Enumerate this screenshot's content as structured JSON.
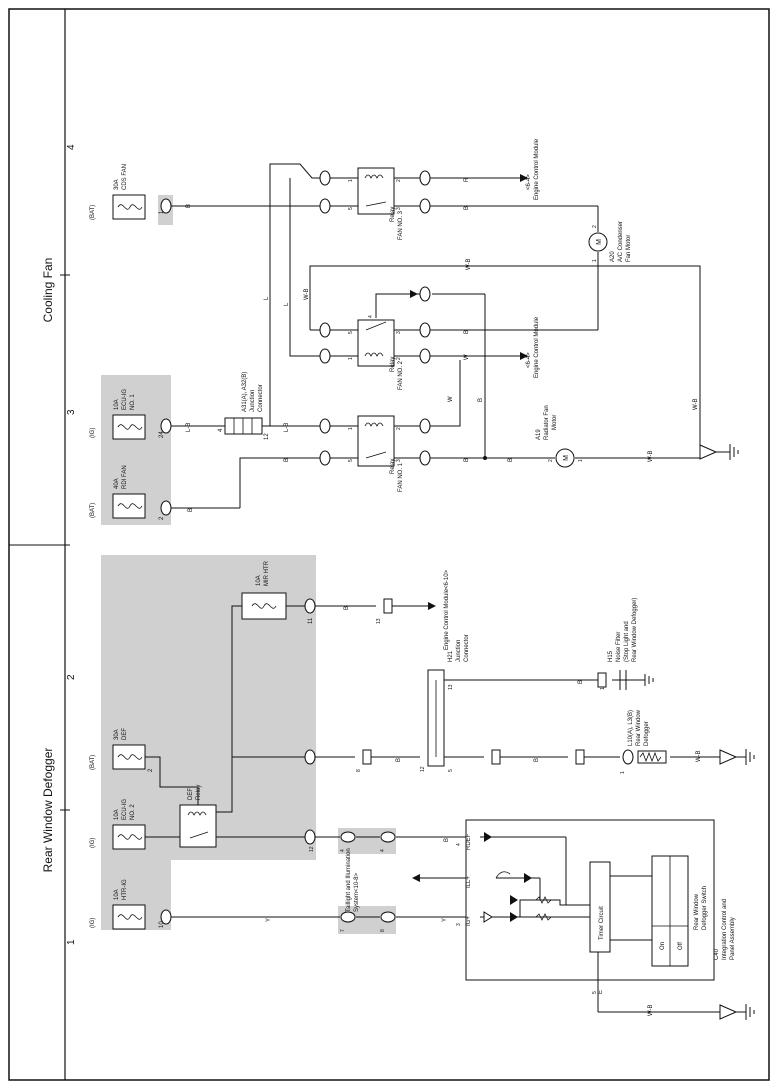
{
  "titles": {
    "rear": "Rear Window Defogger",
    "cooling": "Cooling Fan"
  },
  "section_numbers": {
    "n1": "1",
    "n2": "2",
    "n3": "3",
    "n4": "4"
  },
  "fuses": {
    "htr_ig": {
      "supply": "(IG)",
      "rating": "10A",
      "name": "HTR-IG",
      "pin": "10"
    },
    "ecu_ig2": {
      "supply": "(IG)",
      "rating": "10A",
      "name": "ECU-IG",
      "name2": "NO. 2",
      "pin": "12"
    },
    "def": {
      "supply": "(BAT)",
      "rating": "30A",
      "name": "DEF",
      "pin": "2"
    },
    "mir_htr": {
      "rating": "10A",
      "name": "MIR HTR",
      "pin": "11"
    },
    "rdi_fan": {
      "supply": "(BAT)",
      "rating": "40A",
      "name": "RDI FAN",
      "pin": "2"
    },
    "ecu_ig1": {
      "supply": "(IG)",
      "rating": "10A",
      "name": "ECU-IG",
      "name2": "NO. 1",
      "pin": "24"
    },
    "cds_fan": {
      "supply": "(BAT)",
      "rating": "30A",
      "name": "CDS FAN",
      "pin": "1"
    }
  },
  "relays": {
    "def": {
      "name": "DEF",
      "sub": "Relay"
    },
    "fan1": {
      "name": "FAN NO. 1",
      "sub": "Relay",
      "pins": [
        "1",
        "2",
        "3",
        "5"
      ]
    },
    "fan2": {
      "name": "FAN NO. 2",
      "sub": "Relay",
      "pins": [
        "1",
        "2",
        "3",
        "4",
        "5"
      ]
    },
    "fan3": {
      "name": "FAN NO. 3",
      "sub": "Relay",
      "pins": [
        "1",
        "2",
        "3",
        "5"
      ]
    }
  },
  "components": {
    "junction": {
      "code": "A31(A), A32(B)",
      "l1": "Junction",
      "l2": "Connector",
      "pin_left": "4",
      "pin_right": "12"
    },
    "a19": {
      "code": "A19",
      "l1": "Radiator Fan",
      "l2": "Motor",
      "symbol": "M",
      "pin_a": "2",
      "pin_b": "1"
    },
    "a20": {
      "code": "A20",
      "l1": "A/C Condenser",
      "l2": "Fan Motor",
      "symbol": "M",
      "pin_a": "2",
      "pin_b": "1"
    },
    "ecm1": {
      "text": "Engine Control Module",
      "ref": "<6-4>"
    },
    "ecm2": {
      "text": "Engine Control Module",
      "ref": "<6-4>"
    },
    "ecm3": {
      "text": "Engine Control Module<6-10>",
      "pin": "13"
    },
    "h21": {
      "code": "H21",
      "l1": "Junction",
      "l2": "Connector",
      "pin_a": "12",
      "pin_b": "13",
      "pin_c": "5"
    },
    "h15": {
      "code": "H15",
      "l1": "Noise Filter",
      "l2": "(Stop Light and",
      "l3": "Rear Window Defogger)",
      "pin_a": "1"
    },
    "l10": {
      "code": "L10(A), L3(B)",
      "l1": "Rear Window",
      "l2": "Defogger",
      "pin_a": "1"
    },
    "c40": {
      "code": "C40",
      "l1": "Integration Control and",
      "l2": "Panel Assembly"
    },
    "timer": {
      "text": "Timer Circuit"
    },
    "switch": {
      "l1": "Rear Window",
      "l2": "Defogger Switch",
      "on": "On",
      "off": "Off"
    },
    "taillight": {
      "l1": "Taillight and Illumination",
      "l2": "System<10-8>"
    },
    "terms": {
      "ig": "IG+",
      "ill": "ILL+",
      "rdef": "RDEF",
      "e": "E",
      "p3": "3",
      "p5": "5",
      "p4": "4"
    }
  },
  "connectors": {
    "c7": "7",
    "c8": "8",
    "c4a": "4",
    "c4b": "4",
    "c8b": "8",
    "c13": "13"
  },
  "wire_labels": {
    "y": "Y",
    "b": "B",
    "w": "W",
    "l": "L",
    "lb": "L-B",
    "wb": "W-B",
    "r": "R"
  }
}
